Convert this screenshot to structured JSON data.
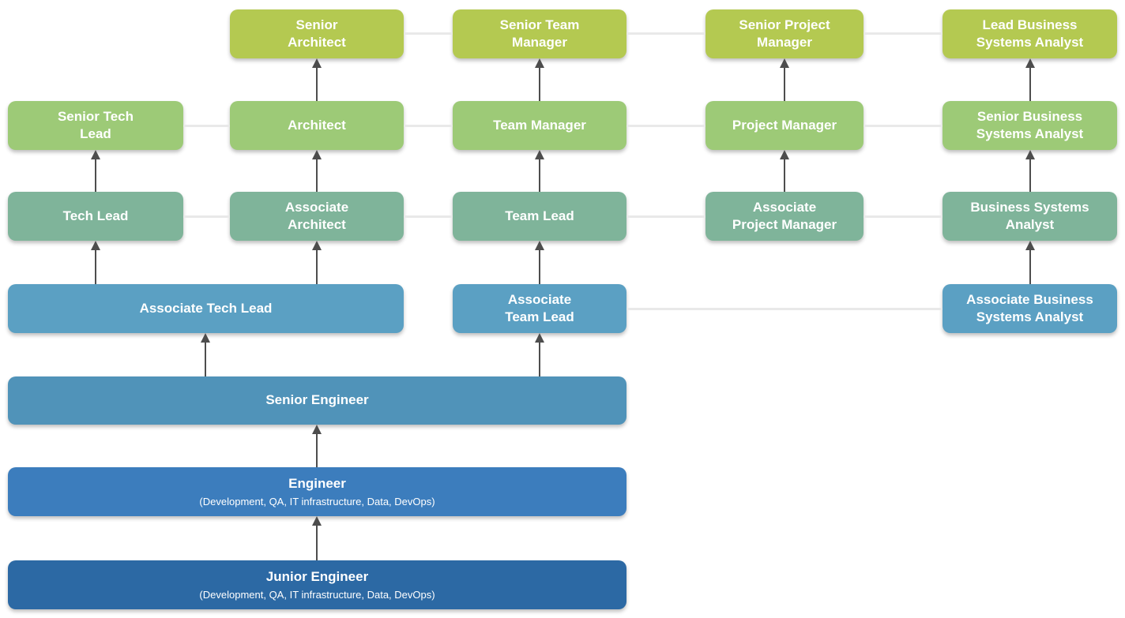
{
  "palette": {
    "lead": "#b4c951",
    "senior": "#9dca77",
    "mid": "#7fb49a",
    "associate": "#5ba0c3",
    "senior_engineer": "#5093b9",
    "engineer": "#3c7dbd",
    "junior_engineer": "#2c69a4",
    "arrow": "#4d4d4d",
    "connector": "#e9e9e9",
    "node_text": "#ffffff"
  },
  "nodes": {
    "senior_architect": {
      "title": "Senior\nArchitect"
    },
    "senior_team_manager": {
      "title": "Senior Team\nManager"
    },
    "senior_project_manager": {
      "title": "Senior Project\nManager"
    },
    "lead_business_systems_analyst": {
      "title": "Lead Business\nSystems Analyst"
    },
    "senior_tech_lead": {
      "title": "Senior Tech\nLead"
    },
    "architect": {
      "title": "Architect"
    },
    "team_manager": {
      "title": "Team Manager"
    },
    "project_manager": {
      "title": "Project Manager"
    },
    "senior_business_systems_analyst": {
      "title": "Senior Business\nSystems Analyst"
    },
    "tech_lead": {
      "title": "Tech Lead"
    },
    "associate_architect": {
      "title": "Associate\nArchitect"
    },
    "team_lead": {
      "title": "Team Lead"
    },
    "associate_project_manager": {
      "title": "Associate\nProject Manager"
    },
    "business_systems_analyst": {
      "title": "Business Systems\nAnalyst"
    },
    "associate_tech_lead": {
      "title": "Associate Tech Lead"
    },
    "associate_team_lead": {
      "title": "Associate\nTeam Lead"
    },
    "associate_business_systems_analyst": {
      "title": "Associate Business\nSystems Analyst"
    },
    "senior_engineer": {
      "title": "Senior Engineer"
    },
    "engineer": {
      "title": "Engineer",
      "subtitle": "(Development, QA, IT infrastructure, Data, DevOps)"
    },
    "junior_engineer": {
      "title": "Junior Engineer",
      "subtitle": "(Development, QA, IT infrastructure, Data, DevOps)"
    }
  }
}
